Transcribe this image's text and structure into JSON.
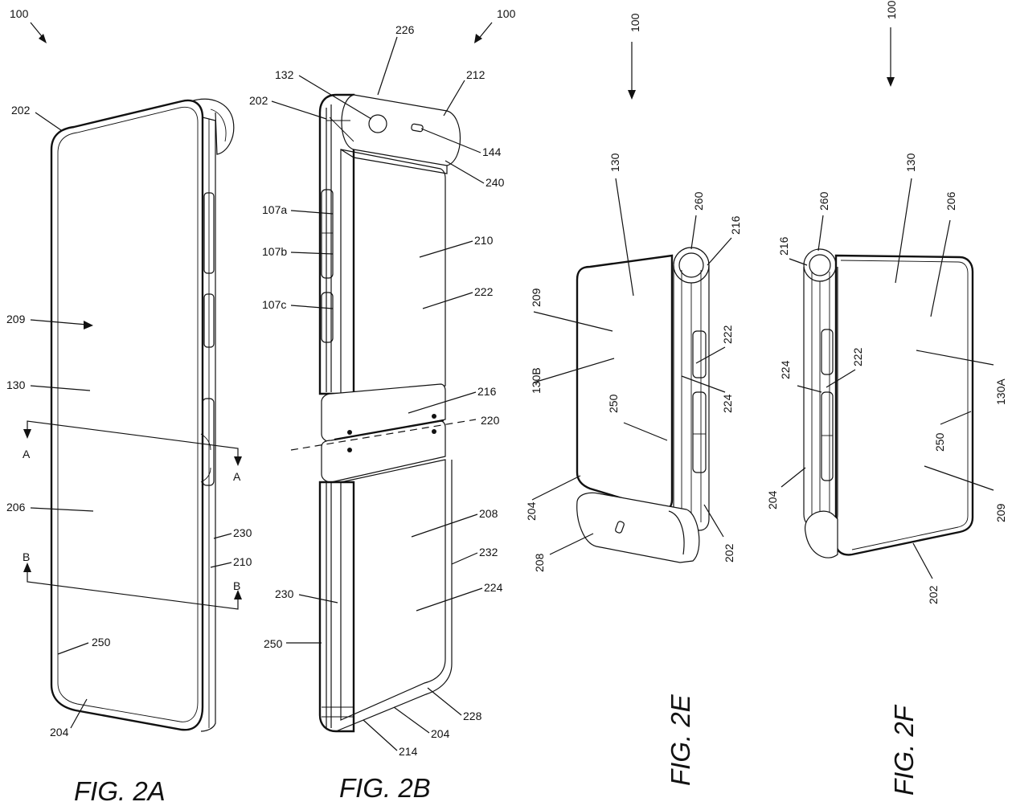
{
  "figures": {
    "fig_2a": "FIG. 2A",
    "fig_2b": "FIG. 2B",
    "fig_2e": "FIG. 2E",
    "fig_2f": "FIG. 2F"
  },
  "labels_2a": {
    "device": "100",
    "top_edge": "202",
    "display_face": "209",
    "display": "130",
    "section_a_left": "A",
    "section_a_right": "A",
    "lower_face": "206",
    "side_230": "230",
    "side_210": "210",
    "section_b_left": "B",
    "section_b_right": "B",
    "edge_250": "250",
    "bottom_edge": "204"
  },
  "labels_2b": {
    "device": "100",
    "module_226": "226",
    "camera": "132",
    "top_edge": "202",
    "housing_212": "212",
    "flash": "144",
    "hinge_cover": "240",
    "button_a": "107a",
    "button_b": "107b",
    "button_c": "107c",
    "upper_back": "210",
    "upper_face": "222",
    "hinge": "216",
    "fold_axis": "220",
    "lower_back": "208",
    "side_232": "232",
    "lower_face": "224",
    "side_230": "230",
    "edge_250": "250",
    "corner_228": "228",
    "bottom_edge": "204",
    "bottom_214": "214"
  },
  "labels_2e": {
    "device": "100",
    "display": "130",
    "hinge_top": "260",
    "hinge": "216",
    "face_209": "209",
    "face_222": "222",
    "region_130b": "130B",
    "edge_250": "250",
    "face_224": "224",
    "edge_204": "204",
    "back_208": "208",
    "edge_202": "202"
  },
  "labels_2f": {
    "device": "100",
    "hinge_top": "260",
    "display": "130",
    "face_206": "206",
    "hinge": "216",
    "face_222": "222",
    "face_224": "224",
    "region_130a": "130A",
    "edge_250": "250",
    "edge_204": "204",
    "face_209": "209",
    "edge_202": "202"
  }
}
